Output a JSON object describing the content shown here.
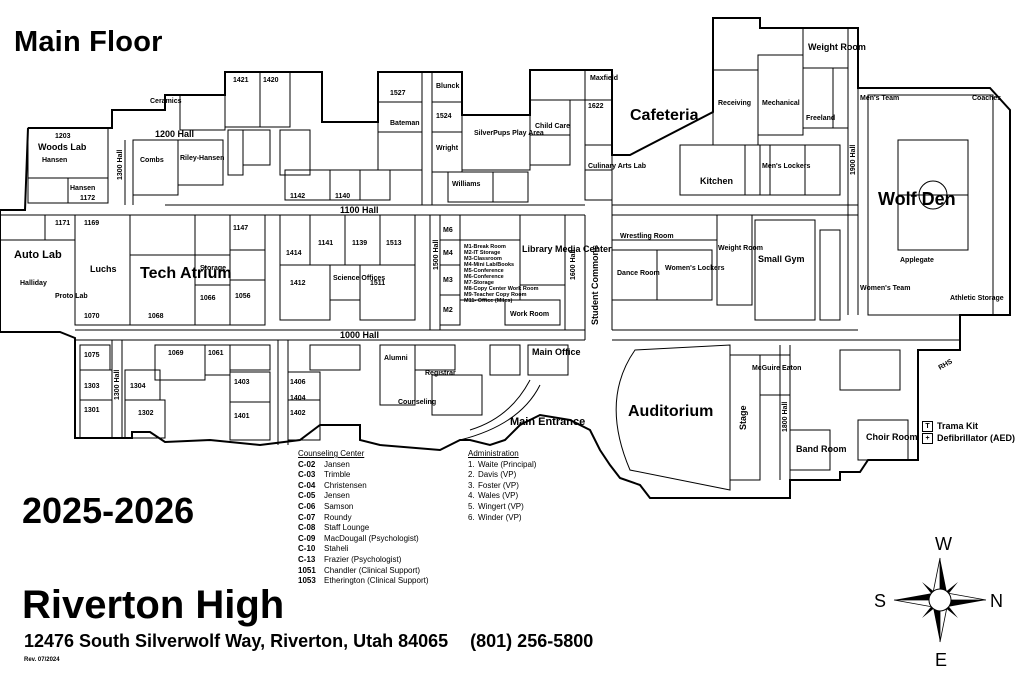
{
  "map_title": "Main Floor",
  "school_year": "2025-2026",
  "school_name": "Riverton High",
  "address_line": "12476 South Silverwolf Way, Riverton, Utah 84065",
  "phone": "(801) 256-5800",
  "revision": "Rev. 07/2024",
  "compass": {
    "north": "N",
    "south": "S",
    "east": "E",
    "west": "W"
  },
  "halls": [
    "1100 Hall",
    "1000 Hall",
    "1200 Hall",
    "1300 Hall",
    "1300 Hall",
    "1500 Hall",
    "1600 Hall",
    "1800 Hall",
    "1900 Hall",
    "Student Commons"
  ],
  "areas": {
    "tech_atrium": "Tech Atrium",
    "cafeteria": "Cafeteria",
    "wolf_den": "Wolf Den",
    "auditorium": "Auditorium",
    "library": "Library Media Center",
    "main_entrance": "Main Entrance",
    "small_gym": "Small Gym",
    "stage": "Stage",
    "woods_lab": "Woods Lab",
    "auto_lab": "Auto Lab",
    "weight_room": "Weight Room",
    "band_room": "Band Room",
    "choir_room": "Choir Room",
    "main_office": "Main Office",
    "silverpups": "SilverPups Play Area",
    "counseling": "Counseling",
    "registrar": "Registrar",
    "kitchen": "Kitchen",
    "wrestling": "Wrestling Room",
    "dance": "Dance Room",
    "culinary": "Culinary Arts Lab",
    "rhs": "RHS"
  },
  "m_rooms": [
    "M1-Break Room",
    "M2-IT Storage",
    "M3-Classroom",
    "M4-Mini Lab/Books",
    "M5-Conference",
    "M6-Conference",
    "M7-Storage",
    "M8-Copy Center Work Room",
    "M9-Teacher Copy Room",
    "M11- Office (Miles)"
  ],
  "counseling_center": {
    "heading": "Counseling Center",
    "rows": [
      {
        "code": "C-02",
        "name": "Jansen"
      },
      {
        "code": "C-03",
        "name": "Trimble"
      },
      {
        "code": "C-04",
        "name": "Christensen"
      },
      {
        "code": "C-05",
        "name": "Jensen"
      },
      {
        "code": "C-06",
        "name": "Samson"
      },
      {
        "code": "C-07",
        "name": "Roundy"
      },
      {
        "code": "C-08",
        "name": "Staff Lounge"
      },
      {
        "code": "C-09",
        "name": "MacDougall (Psychologist)"
      },
      {
        "code": "C-10",
        "name": "Staheli"
      },
      {
        "code": "C-13",
        "name": "Frazier (Psychologist)"
      },
      {
        "code": "1051",
        "name": "Chandler (Clinical Support)"
      },
      {
        "code": "1053",
        "name": "Etherington (Clinical Support)"
      }
    ]
  },
  "administration": {
    "heading": "Administration",
    "rows": [
      {
        "code": "1.",
        "name": "Waite (Principal)"
      },
      {
        "code": "2.",
        "name": "Davis (VP)"
      },
      {
        "code": "3.",
        "name": "Foster (VP)"
      },
      {
        "code": "4.",
        "name": "Wales (VP)"
      },
      {
        "code": "5.",
        "name": "Wingert (VP)"
      },
      {
        "code": "6.",
        "name": "Winder (VP)"
      }
    ]
  },
  "key": [
    {
      "symbol": "T",
      "label": "Trama Kit"
    },
    {
      "symbol": "+",
      "label": "Defibrillator (AED)"
    }
  ]
}
